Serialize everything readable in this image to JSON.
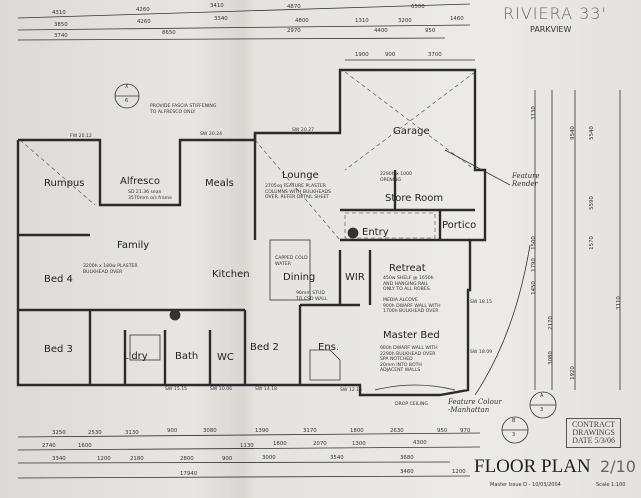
{
  "header": {
    "title": "RIVIERA 33'",
    "subtitle": "PARKVIEW"
  },
  "footer": {
    "plan_title": "FLOOR PLAN",
    "sheet": "2/10",
    "issue": "Master Issue D - 10/03/2004",
    "scale": "Scale 1:100",
    "stamp_line1": "CONTRACT",
    "stamp_line2": "DRAWINGS",
    "stamp_date": "DATE 5/3/06"
  },
  "rooms": [
    "Rumpus",
    "Alfresco",
    "Meals",
    "Lounge",
    "Garage",
    "Store Room",
    "Portico",
    "Entry",
    "Family",
    "Bed 4",
    "Kitchen",
    "Dining",
    "WIR",
    "Retreat",
    "Master Bed",
    "Bed 3",
    "L'dry",
    "Bath",
    "WC",
    "Bed 2",
    "Ens."
  ],
  "notes": {
    "fascia": "PROVIDE FASCIA STIFFENING\nTO ALFRESCO ONLY",
    "lounge": "2705sq FEATURE PLASTER\nCOLUMNS WITH BULKHEADS\nOVER. REFER DETAIL SHEET",
    "robes": "450w SHELF @ 1650h\nAND HANGING RAIL\nONLY TO ALL ROBES.",
    "media": "MEDIA ALCOVE.\n900h DWARF WALL WITH\n1700h BULKHEAD OVER",
    "spa": "900h DWARF WALL WITH\n2290h BULKHEAD OVER\nSPA NOTCHED\n20mm INTO BOTH\nADJACENT WALLS",
    "drop_ceiling": "DROP CEILING",
    "stud": "90mm STUD\nTO CSD WALL",
    "capped": "CAPPED COLD\nWATER",
    "bulkhead": "3200h x 180w PLASTER\nBULKHEAD OVER",
    "alfresco_sd": "SD 21.36 sean\n3570mm o/s frame",
    "opening": "2290h x 1000\nOPENING",
    "sw1": "SW 20.24",
    "sw2": "SW 20.27",
    "sw3": "SW 14.18",
    "sw4": "SW 12.15",
    "sw5": "SW 10.06",
    "sw6": "SW 15.15",
    "sw7": "SW 18.15",
    "sw8": "SW 18.09",
    "fw": "FW 20.12"
  },
  "annotations": {
    "feature_render": "Feature\nRender",
    "feature_colour": "Feature Colour\n-Manhattan"
  },
  "section_markers": {
    "x": [
      "X",
      "6"
    ],
    "a": [
      "A",
      "3"
    ],
    "b": [
      "B",
      "3"
    ]
  },
  "dims_top": {
    "row1": [
      "4310",
      "4260",
      "3410",
      "4870",
      "6500"
    ],
    "row2": [
      "3850",
      "4260",
      "3340",
      "4800",
      "1310",
      "3200",
      "1460"
    ],
    "row3": [
      "3740",
      "8650",
      "2970",
      "4400",
      "950"
    ],
    "row4": [
      "1900",
      "900",
      "3700"
    ]
  },
  "dims_bottom": {
    "row1": [
      "3250",
      "2530",
      "3130",
      "900",
      "3080",
      "1390",
      "3170",
      "1800",
      "2630",
      "950",
      "970"
    ],
    "row2": [
      "2740",
      "1600",
      "1130",
      "1800",
      "2070",
      "1300",
      "4300"
    ],
    "row3": [
      "3340",
      "1200",
      "2180",
      "2800",
      "900",
      "3000",
      "3540",
      "3680"
    ],
    "row4": [
      "17940",
      "3460",
      "1200"
    ]
  },
  "dims_right": [
    "3130",
    "1500",
    "1450",
    "1790",
    "2170",
    "3080",
    "1920",
    "9540",
    "5540",
    "5590",
    "1570",
    "3110"
  ]
}
